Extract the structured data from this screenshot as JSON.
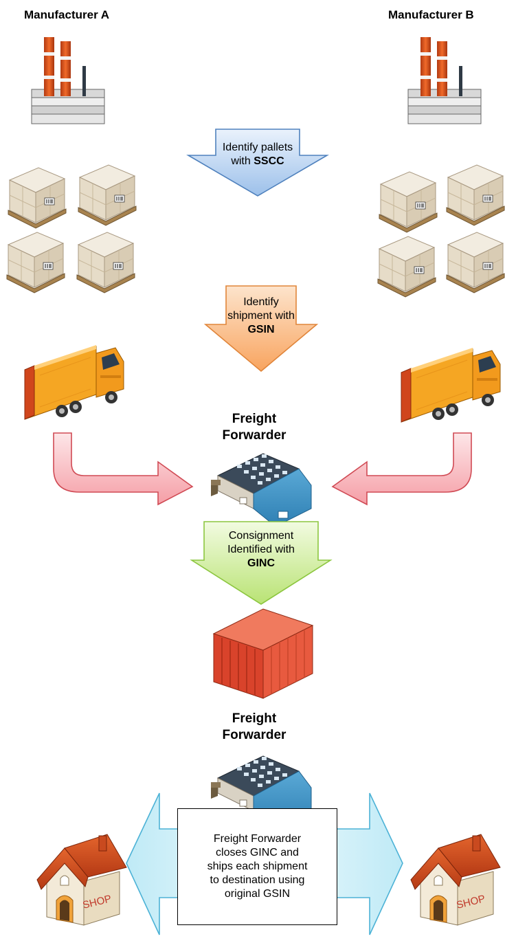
{
  "manufacturers": {
    "a_label": "Manufacturer A",
    "b_label": "Manufacturer B"
  },
  "steps": {
    "sscc": {
      "line1": "Identify pallets",
      "line2_prefix": "with ",
      "code": "SSCC"
    },
    "gsin": {
      "line1": "Identify",
      "line2": "shipment with",
      "code": "GSIN"
    },
    "ginc": {
      "line1": "Consignment",
      "line2": "Identified with",
      "code": "GINC"
    }
  },
  "forwarder": {
    "label_line1": "Freight",
    "label_line2": "Forwarder"
  },
  "final_note": {
    "line1": "Freight Forwarder",
    "line2": "closes GINC and",
    "line3": "ships each shipment",
    "line4": "to destination using",
    "line5": "original GSIN"
  },
  "shop_sign": "SHOP",
  "colors": {
    "sscc_arrow": "#cfe2f7",
    "gsin_arrow": "#fbc79a",
    "ginc_arrow": "#d6f0a8",
    "merge_arrow": "#f9c7cc",
    "distribute_arrow": "#c7ecf6",
    "truck_body": "#f5a623",
    "container": "#e0523c"
  }
}
